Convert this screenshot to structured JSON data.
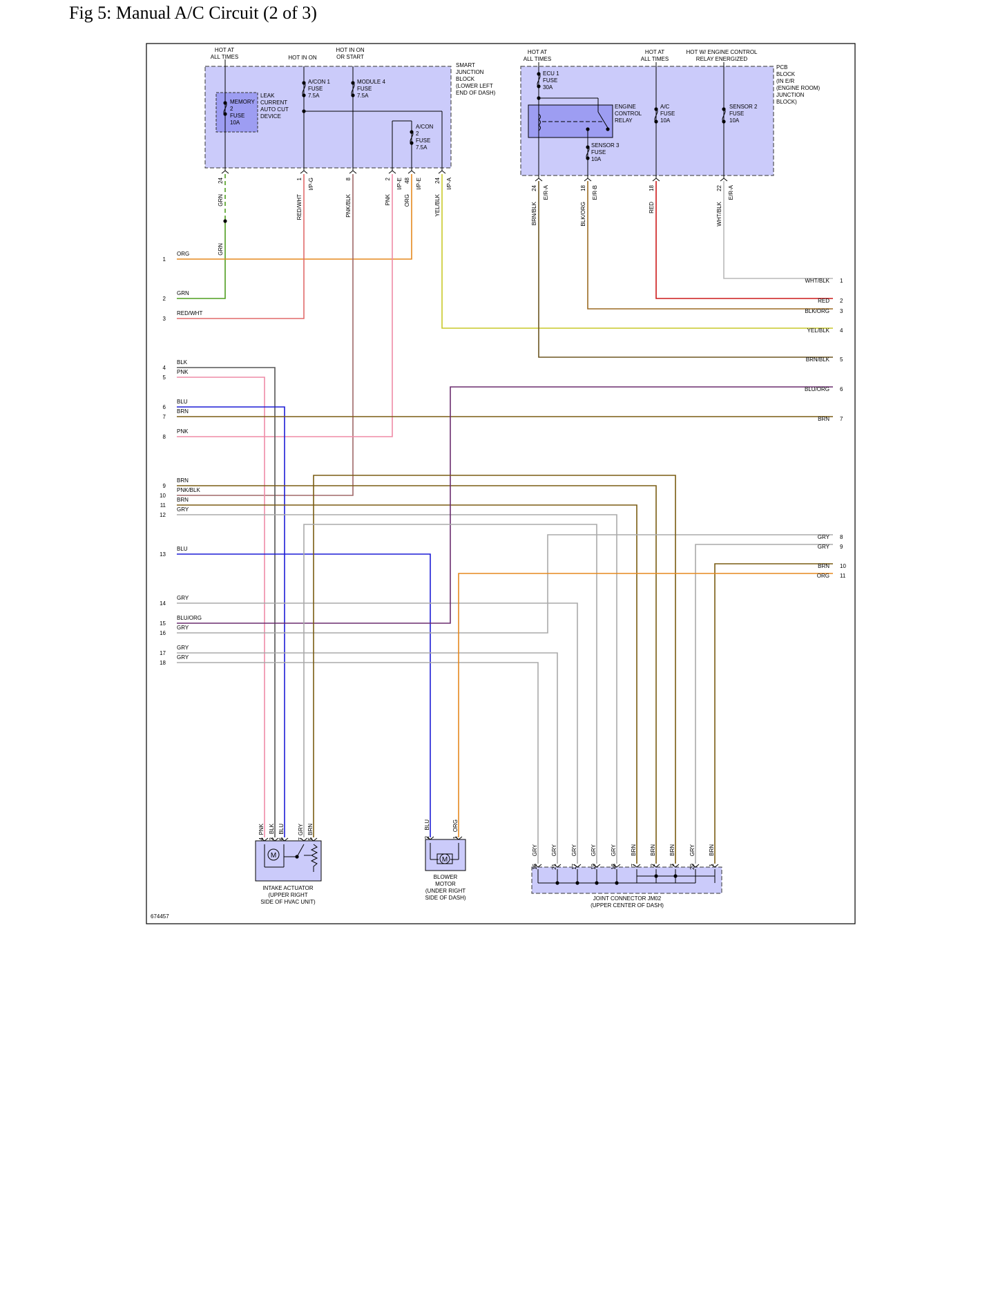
{
  "page": {
    "title": "Fig 5: Manual A/C Circuit (2 of 3)"
  },
  "figure_id": "674457",
  "colors": {
    "block_fill": "#cbcbfa",
    "device_fill": "#9d9df2",
    "ORG": "#e5891f",
    "GRN": "#4e9d1e",
    "RED_WHT": "#e06a6a",
    "RED": "#cc1818",
    "PNK": "#ef8aa6",
    "BLK": "#555555",
    "BLU": "#1c1cd6",
    "BRN": "#7a5c12",
    "PNK_BLK": "#a06868",
    "GRY": "#aaaaaa",
    "BLU_ORG": "#6a2c6e",
    "YEL_BLK": "#c8c829",
    "BRN_BLK": "#6b5520",
    "BLK_ORG": "#9b6a22",
    "WHT_BLK": "#b9b9b9"
  },
  "headers": {
    "h1": [
      "HOT AT",
      "ALL TIMES"
    ],
    "h2": [
      "HOT IN ON"
    ],
    "h3": [
      "HOT IN ON",
      "OR START"
    ],
    "h4": [
      "HOT AT",
      "ALL TIMES"
    ],
    "h5": [
      "HOT AT",
      "ALL TIMES"
    ],
    "h6": [
      "HOT W/ ENGINE CONTROL",
      "RELAY ENERGIZED"
    ]
  },
  "smart_junction_block": {
    "label": [
      "SMART",
      "JUNCTION",
      "BLOCK",
      "(LOWER LEFT",
      "END OF DASH)"
    ],
    "memory_fuse": [
      "MEMORY",
      "2",
      "FUSE",
      "10A"
    ],
    "leak_device": [
      "LEAK",
      "CURRENT",
      "AUTO CUT",
      "DEVICE"
    ],
    "acon1": [
      "A/CON 1",
      "FUSE",
      "7.5A"
    ],
    "module4": [
      "MODULE 4",
      "FUSE",
      "7.5A"
    ],
    "acon2": [
      "A/CON",
      "2",
      "FUSE",
      "7.5A"
    ]
  },
  "pcb_block": {
    "label": [
      "PCB",
      "BLOCK",
      "(IN E/R",
      "(ENGINE ROOM)",
      "JUNCTION",
      "BLOCK)"
    ],
    "ecu1": [
      "ECU 1",
      "FUSE",
      "30A"
    ],
    "ecr": [
      "ENGINE",
      "CONTROL",
      "RELAY"
    ],
    "sensor3": [
      "SENSOR 3",
      "FUSE",
      "10A"
    ],
    "ac_fuse": [
      "A/C",
      "FUSE",
      "10A"
    ],
    "sensor2": [
      "SENSOR 2",
      "FUSE",
      "10A"
    ]
  },
  "top_pins": [
    {
      "pin": "24",
      "conn": "",
      "wire": "GRN"
    },
    {
      "pin": "1",
      "conn": "I/P-G",
      "wire": "RED/WHT"
    },
    {
      "pin": "8",
      "conn": "",
      "wire": "PNK/BLK"
    },
    {
      "pin": "2",
      "conn": "I/P-E",
      "wire": "PNK"
    },
    {
      "pin": "48",
      "conn": "I/P-E",
      "wire": "ORG"
    },
    {
      "pin": "24",
      "conn": "I/P-A",
      "wire": "YEL/BLK"
    },
    {
      "pin": "24",
      "conn": "E/R-A",
      "wire": "BRN/BLK"
    },
    {
      "pin": "18",
      "conn": "E/R-B",
      "wire": "BLK/ORG"
    },
    {
      "pin": "18",
      "conn": "",
      "wire": "RED"
    },
    {
      "pin": "22",
      "conn": "E/R-A",
      "wire": "WHT/BLK"
    }
  ],
  "grn_lower": "GRN",
  "left_rows": [
    {
      "num": "1",
      "wire": "ORG"
    },
    {
      "num": "2",
      "wire": "GRN"
    },
    {
      "num": "3",
      "wire": "RED/WHT"
    },
    {
      "num": "4",
      "wire": "BLK"
    },
    {
      "num": "5",
      "wire": "PNK"
    },
    {
      "num": "6",
      "wire": "BLU"
    },
    {
      "num": "7",
      "wire": "BRN"
    },
    {
      "num": "8",
      "wire": "PNK"
    },
    {
      "num": "9",
      "wire": "BRN"
    },
    {
      "num": "10",
      "wire": "PNK/BLK"
    },
    {
      "num": "11",
      "wire": "BRN"
    },
    {
      "num": "12",
      "wire": "GRY"
    },
    {
      "num": "13",
      "wire": "BLU"
    },
    {
      "num": "14",
      "wire": "GRY"
    },
    {
      "num": "15",
      "wire": "BLU/ORG"
    },
    {
      "num": "16",
      "wire": "GRY"
    },
    {
      "num": "17",
      "wire": "GRY"
    },
    {
      "num": "18",
      "wire": "GRY"
    }
  ],
  "right_rows": [
    {
      "num": "1",
      "wire": "WHT/BLK"
    },
    {
      "num": "2",
      "wire": "RED"
    },
    {
      "num": "3",
      "wire": "BLK/ORG"
    },
    {
      "num": "4",
      "wire": "YEL/BLK"
    },
    {
      "num": "5",
      "wire": "BRN/BLK"
    },
    {
      "num": "6",
      "wire": "BLU/ORG"
    },
    {
      "num": "7",
      "wire": "BRN"
    },
    {
      "num": "8",
      "wire": "GRY"
    },
    {
      "num": "9",
      "wire": "GRY"
    },
    {
      "num": "10",
      "wire": "BRN"
    },
    {
      "num": "11",
      "wire": "ORG"
    }
  ],
  "intake_actuator": {
    "pins": [
      {
        "pin": "4",
        "wire": "PNK"
      },
      {
        "pin": "3",
        "wire": "BLK"
      },
      {
        "pin": "6",
        "wire": "BLU"
      },
      {
        "pin": "7",
        "wire": "GRY"
      },
      {
        "pin": "5",
        "wire": "BRN"
      }
    ],
    "label": [
      "INTAKE ACTUATOR",
      "(UPPER RIGHT",
      "SIDE OF HVAC UNIT)"
    ],
    "motor": "M"
  },
  "blower_motor": {
    "pins": [
      {
        "pin": "2",
        "wire": "BLU"
      },
      {
        "pin": "1",
        "wire": "ORG"
      }
    ],
    "label": [
      "BLOWER",
      "MOTOR",
      "(UNDER RIGHT",
      "SIDE OF DASH)"
    ],
    "motor": "M"
  },
  "joint_connector": {
    "pins": [
      {
        "pin": "16",
        "wire": "GRY"
      },
      {
        "pin": "21",
        "wire": "GRY"
      },
      {
        "pin": "17",
        "wire": "GRY"
      },
      {
        "pin": "19",
        "wire": "GRY"
      },
      {
        "pin": "18",
        "wire": "GRY"
      },
      {
        "pin": "7",
        "wire": "BRN"
      },
      {
        "pin": "2",
        "wire": "BRN"
      },
      {
        "pin": "3",
        "wire": "BRN"
      },
      {
        "pin": "20",
        "wire": "GRY"
      },
      {
        "pin": "1",
        "wire": "BRN"
      }
    ],
    "label": [
      "JOINT CONNECTOR JM02",
      "(UPPER CENTER OF DASH)"
    ]
  }
}
